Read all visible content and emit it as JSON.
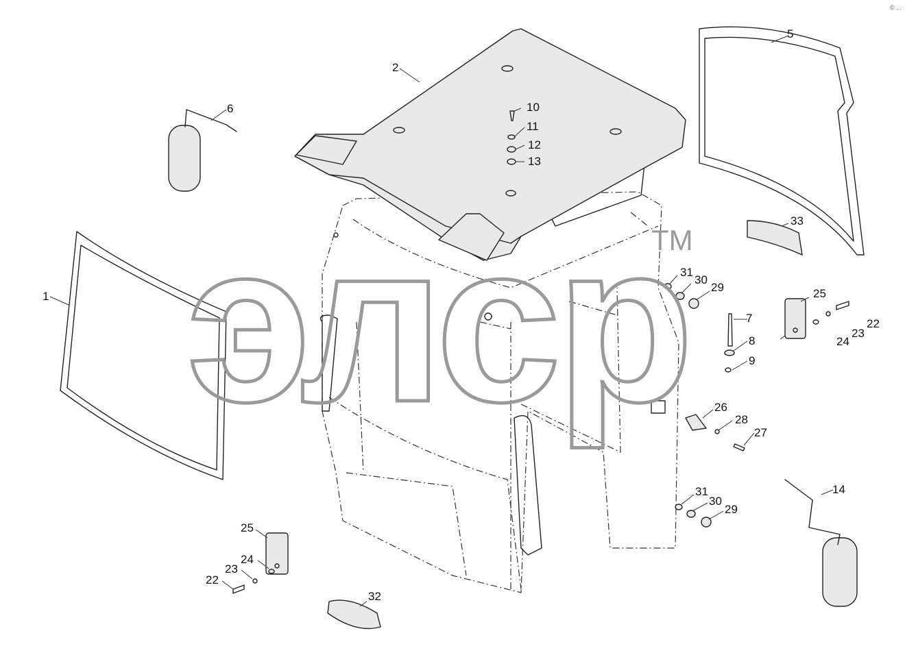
{
  "diagram": {
    "watermark": {
      "text": "элср",
      "mark": "TM"
    },
    "corner_mark": "© ...",
    "callouts": [
      {
        "id": "c1",
        "label": "1"
      },
      {
        "id": "c2",
        "label": "2"
      },
      {
        "id": "c5",
        "label": "5"
      },
      {
        "id": "c6",
        "label": "6"
      },
      {
        "id": "c7",
        "label": "7"
      },
      {
        "id": "c8",
        "label": "8"
      },
      {
        "id": "c9",
        "label": "9"
      },
      {
        "id": "c10",
        "label": "10"
      },
      {
        "id": "c11",
        "label": "11"
      },
      {
        "id": "c12",
        "label": "12"
      },
      {
        "id": "c13",
        "label": "13"
      },
      {
        "id": "c14",
        "label": "14"
      },
      {
        "id": "c22a",
        "label": "22"
      },
      {
        "id": "c22b",
        "label": "22"
      },
      {
        "id": "c23a",
        "label": "23"
      },
      {
        "id": "c23b",
        "label": "23"
      },
      {
        "id": "c24a",
        "label": "24"
      },
      {
        "id": "c24b",
        "label": "24"
      },
      {
        "id": "c25a",
        "label": "25"
      },
      {
        "id": "c25b",
        "label": "25"
      },
      {
        "id": "c26",
        "label": "26"
      },
      {
        "id": "c27",
        "label": "27"
      },
      {
        "id": "c28",
        "label": "28"
      },
      {
        "id": "c29a",
        "label": "29"
      },
      {
        "id": "c29b",
        "label": "29"
      },
      {
        "id": "c30a",
        "label": "30"
      },
      {
        "id": "c30b",
        "label": "30"
      },
      {
        "id": "c31a",
        "label": "31"
      },
      {
        "id": "c31b",
        "label": "31"
      },
      {
        "id": "c32",
        "label": "32"
      },
      {
        "id": "c33",
        "label": "33"
      }
    ]
  }
}
